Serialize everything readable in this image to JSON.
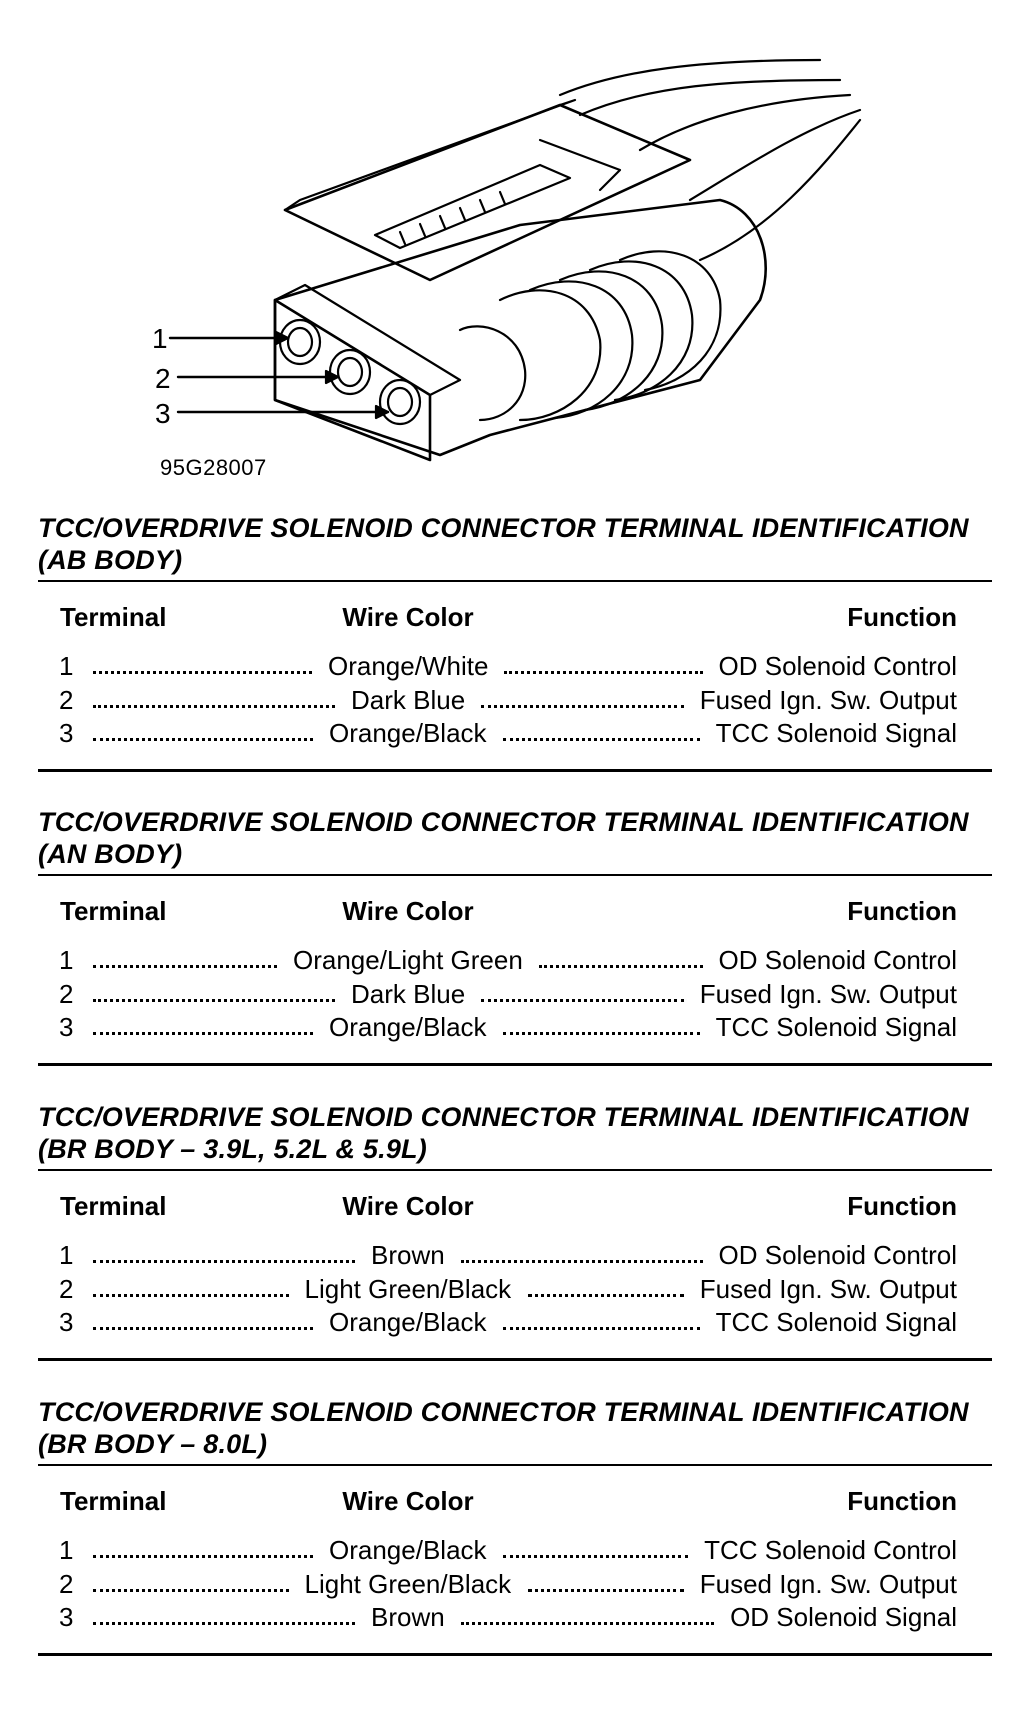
{
  "figure": {
    "code": "95G28007",
    "callouts": [
      "1",
      "2",
      "3"
    ]
  },
  "headers": {
    "terminal": "Terminal",
    "wire_color": "Wire Color",
    "function": "Function"
  },
  "sections": [
    {
      "title_line1": "TCC/OVERDRIVE SOLENOID CONNECTOR TERMINAL IDENTIFICATION",
      "title_line2": "(AB BODY)",
      "rows": [
        {
          "terminal": "1",
          "wire": "Orange/White",
          "function": "OD Solenoid Control"
        },
        {
          "terminal": "2",
          "wire": "Dark Blue",
          "function": "Fused Ign. Sw. Output"
        },
        {
          "terminal": "3",
          "wire": "Orange/Black",
          "function": "TCC Solenoid Signal"
        }
      ]
    },
    {
      "title_line1": "TCC/OVERDRIVE SOLENOID CONNECTOR TERMINAL IDENTIFICATION",
      "title_line2": "(AN BODY)",
      "rows": [
        {
          "terminal": "1",
          "wire": "Orange/Light Green",
          "function": "OD Solenoid Control"
        },
        {
          "terminal": "2",
          "wire": "Dark Blue",
          "function": "Fused Ign. Sw. Output"
        },
        {
          "terminal": "3",
          "wire": "Orange/Black",
          "function": "TCC Solenoid Signal"
        }
      ]
    },
    {
      "title_line1": "TCC/OVERDRIVE SOLENOID CONNECTOR TERMINAL IDENTIFICATION",
      "title_line2": "(BR BODY  –  3.9L, 5.2L & 5.9L)",
      "rows": [
        {
          "terminal": "1",
          "wire": "Brown",
          "function": "OD Solenoid Control"
        },
        {
          "terminal": "2",
          "wire": "Light Green/Black",
          "function": "Fused Ign. Sw. Output"
        },
        {
          "terminal": "3",
          "wire": "Orange/Black",
          "function": "TCC Solenoid Signal"
        }
      ]
    },
    {
      "title_line1": "TCC/OVERDRIVE SOLENOID CONNECTOR TERMINAL IDENTIFICATION",
      "title_line2": "(BR BODY  –  8.0L)",
      "rows": [
        {
          "terminal": "1",
          "wire": "Orange/Black",
          "function": "TCC Solenoid Control"
        },
        {
          "terminal": "2",
          "wire": "Light Green/Black",
          "function": "Fused Ign. Sw. Output"
        },
        {
          "terminal": "3",
          "wire": "Brown",
          "function": "OD Solenoid Signal"
        }
      ]
    }
  ]
}
